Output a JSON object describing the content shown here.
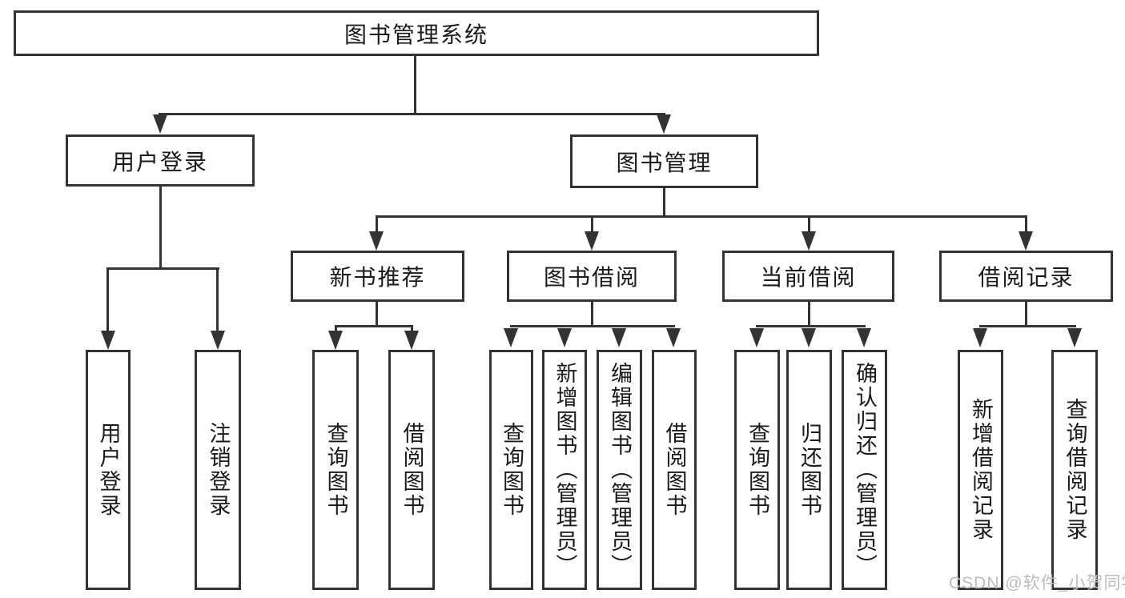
{
  "colors": {
    "line": "#333333",
    "text": "#1a1a1a",
    "watermark": "#bdbdbd",
    "background": "#ffffff"
  },
  "watermark": {
    "text": "CSDN @软件_小贺同学"
  },
  "tree": {
    "root": {
      "label": "图书管理系统"
    },
    "branches": [
      {
        "label": "用户登录",
        "children": [
          {
            "label": "用户登录"
          },
          {
            "label": "注销登录"
          }
        ]
      },
      {
        "label": "图书管理",
        "groups": [
          {
            "label": "新书推荐",
            "children": [
              {
                "label": "查询图书"
              },
              {
                "label": "借阅图书"
              }
            ]
          },
          {
            "label": "图书借阅",
            "children": [
              {
                "label": "查询图书"
              },
              {
                "label": "新增图书（管理员）"
              },
              {
                "label": "编辑图书（管理员）"
              },
              {
                "label": "借阅图书"
              }
            ]
          },
          {
            "label": "当前借阅",
            "children": [
              {
                "label": "查询图书"
              },
              {
                "label": "归还图书"
              },
              {
                "label": "确认归还（管理员）"
              }
            ]
          },
          {
            "label": "借阅记录",
            "children": [
              {
                "label": "新增借阅记录"
              },
              {
                "label": "查询借阅记录"
              }
            ]
          }
        ]
      }
    ]
  }
}
